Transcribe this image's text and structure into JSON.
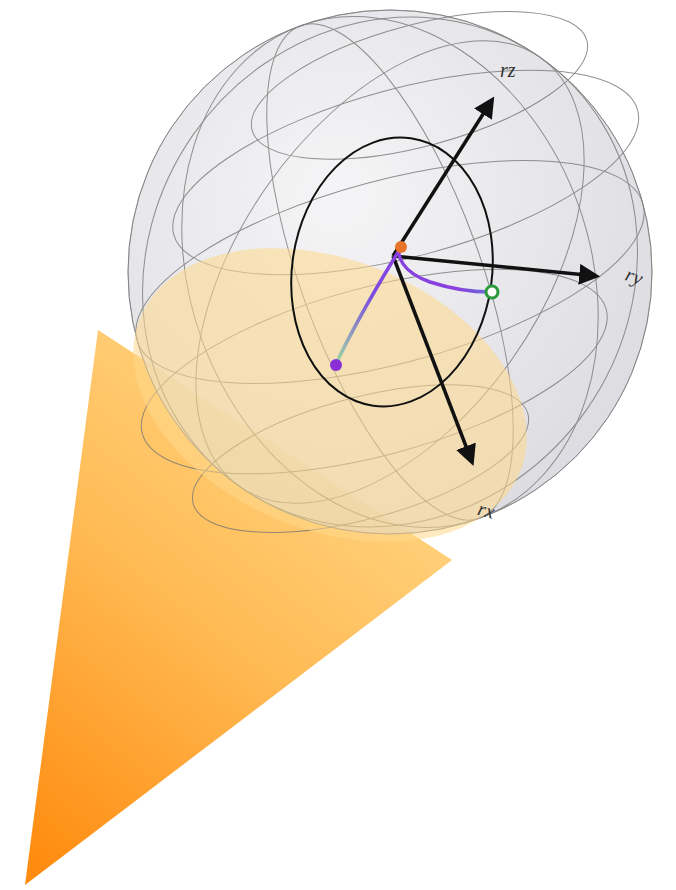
{
  "diagram": {
    "labels": [
      "rz",
      "ry",
      "rx"
    ]
  }
}
